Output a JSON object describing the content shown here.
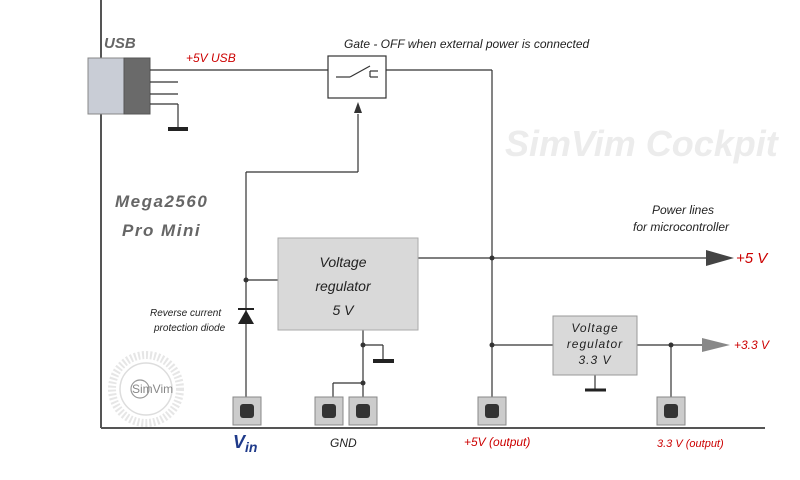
{
  "usb_label": "USB",
  "usb_rail_label": "+5V USB",
  "gate_label": "Gate - OFF when external power is connected",
  "watermark": "SimVim Cockpit",
  "board_name_line1": "Mega2560",
  "board_name_line2": "Pro Mini",
  "power_lines_line1": "Power lines",
  "power_lines_line2": "for microcontroller",
  "regulator_5v": {
    "line1": "Voltage",
    "line2": "regulator",
    "line3": "5 V"
  },
  "regulator_33v": {
    "line1": "Voltage",
    "line2": "regulator",
    "line3": "3.3 V"
  },
  "out_5v": "+5 V",
  "out_33v": "+3.3 V",
  "diode_line1": "Reverse current",
  "diode_line2": "protection diode",
  "logo_text": "SimVim",
  "pins": {
    "vin_main": "V",
    "vin_sub": "in",
    "gnd": "GND",
    "out_5v": "+5V (output)",
    "out_33v": "3.3 V (output)"
  },
  "colors": {
    "wire": "#333333",
    "block_fill": "#d9d9d9",
    "red": "#cc0000",
    "vin_blue": "#1f3a8a"
  }
}
